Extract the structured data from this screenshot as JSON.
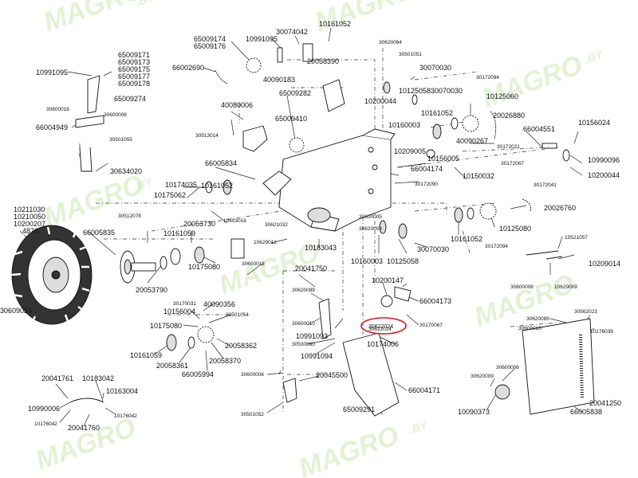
{
  "watermark": {
    "text": "MAGRO",
    "suffix": ".BY",
    "color": "#cfe6b4"
  },
  "highlight": {
    "part": "30622024",
    "color": "#e0141e"
  },
  "labels": [
    "65009174",
    "65009176",
    "10991095",
    "30074042",
    "10161052",
    "30620064",
    "30501051",
    "66002690",
    "40090183",
    "20058390",
    "30070030",
    "30172094",
    "65009171",
    "65009173",
    "65009175",
    "65009177",
    "65009178",
    "10991095",
    "65009274",
    "30600016",
    "30600008",
    "66004949",
    "30501055",
    "30634020",
    "40080006",
    "65009282",
    "10125058",
    "30070030",
    "10200044",
    "10125060",
    "26880",
    "10161052",
    "10160003",
    "65009410",
    "30513014",
    "20026880",
    "66004551",
    "10156024",
    "40090267",
    "30172021",
    "10209005",
    "10156005",
    "66005834",
    "66004174",
    "10150032",
    "30172067",
    "10990096",
    "10200044",
    "30172090",
    "30172041",
    "10174035",
    "10161052",
    "10175062",
    "20026760",
    "10211030",
    "10210050",
    "10200207",
    "4870",
    "30512078",
    "20053730",
    "10603016",
    "30621032",
    "30600005",
    "30620003",
    "66005835",
    "10161059",
    "10629012",
    "10183043",
    "30070030",
    "10161052",
    "10125080",
    "30172094",
    "10521057",
    "10209014",
    "30600012",
    "10160003",
    "10125058",
    "10175080",
    "20041750",
    "20053790",
    "10200147",
    "30600008",
    "10629009",
    "30620089",
    "66004173",
    "30609024",
    "30170031",
    "40090356",
    "10156004",
    "30501054",
    "30600010",
    "10991093",
    "30622024",
    "30170067",
    "30562023",
    "30620089",
    "30600010",
    "10176039",
    "10175080",
    "10161059",
    "20058361",
    "66005994",
    "20058370",
    "20058362",
    "30530060",
    "10174006",
    "10991094",
    "20041761",
    "10183042",
    "20045500",
    "30600008",
    "10163004",
    "30600006",
    "10990006",
    "30620009",
    "66004171",
    "10176042",
    "10176042",
    "20041760",
    "30501052",
    "65009291",
    "10090373",
    "66005838",
    "20041250"
  ]
}
